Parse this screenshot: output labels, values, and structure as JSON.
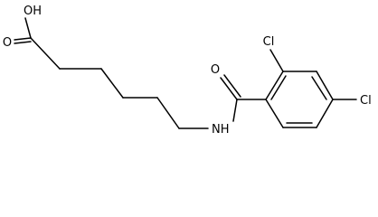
{
  "molecule": {
    "atom_labels": {
      "hydroxyl": "OH",
      "carbonyl_oxygen_acid": "O",
      "carbonyl_oxygen_amide": "O",
      "amide_nitrogen": "NH",
      "chlorine_ortho": "Cl",
      "chlorine_para": "Cl"
    }
  }
}
